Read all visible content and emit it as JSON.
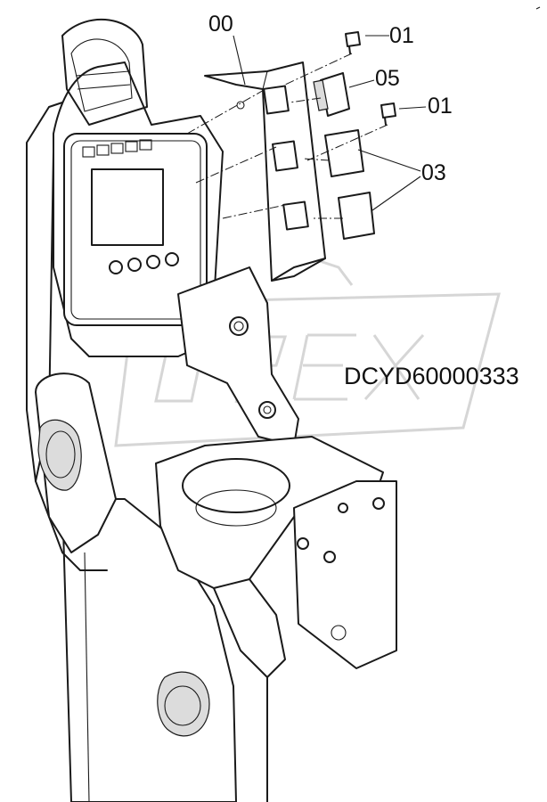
{
  "drawing": {
    "id": "DCYD60000333",
    "watermark": "OPEX"
  },
  "callouts": [
    {
      "part": "00"
    },
    {
      "part": "01"
    },
    {
      "part": "05"
    },
    {
      "part": "01"
    },
    {
      "part": "03"
    }
  ],
  "colors": {
    "line": "#1a1a1a",
    "watermark": "#d6d6d6",
    "background": "#ffffff"
  }
}
